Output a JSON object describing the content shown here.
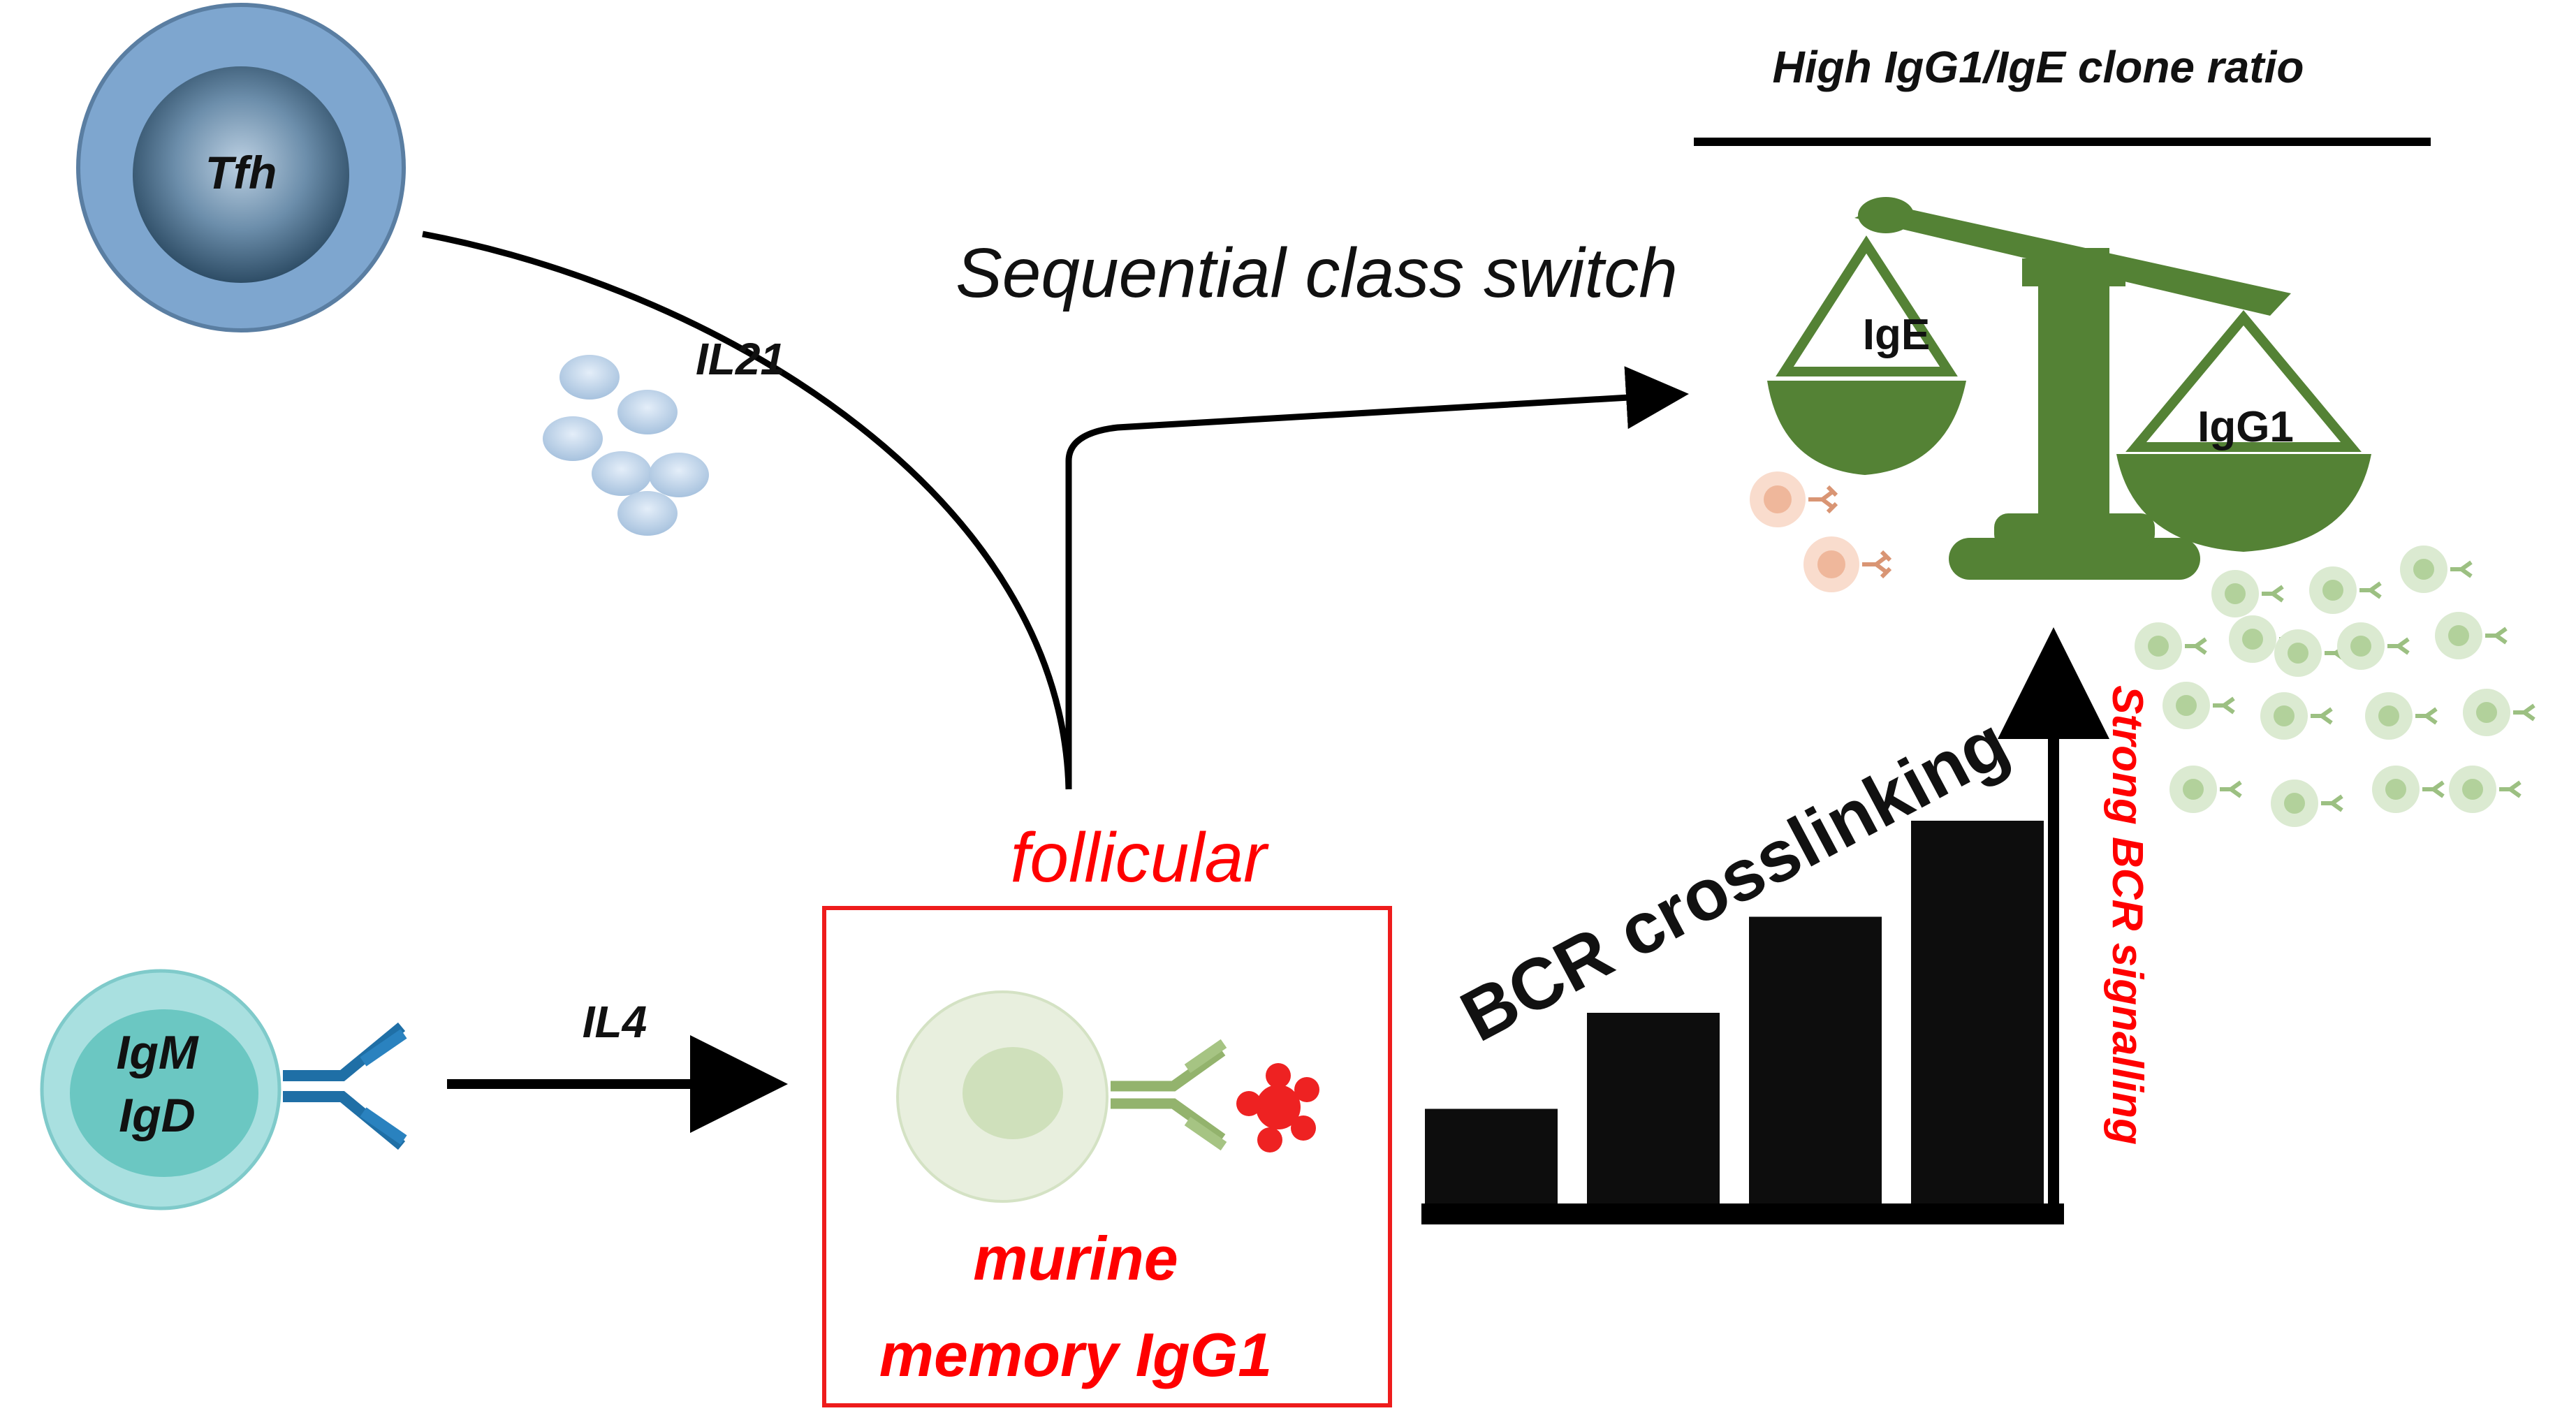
{
  "cells": {
    "tfh": {
      "label": "Tfh"
    },
    "naive_b": {
      "label_line1": "IgM",
      "label_line2": "IgD"
    }
  },
  "labels": {
    "il21": "IL21",
    "il4": "IL4",
    "sequential_class_switch": "Sequential class switch",
    "follicular": "follicular",
    "memory_line1": "murine",
    "memory_line2": "memory IgG1",
    "bcr_crosslinking": "BCR crosslinking",
    "strong_bcr_signalling": "Strong BCR signalling",
    "clone_ratio_title": "High IgG1/IgE clone ratio"
  },
  "balance": {
    "left_pan_label": "IgE",
    "right_pan_label": "IgG1",
    "tipped_toward": "IgG1"
  },
  "bcr_signal_bars": {
    "type": "bar",
    "categories": [
      "",
      "",
      "",
      ""
    ],
    "values": [
      1,
      2,
      3,
      4
    ],
    "note_increasing": true
  },
  "colors": {
    "tfh_outer": "#7ea6cf",
    "tfh_inner": "#3e6583",
    "naive_b": "#9fdcdc",
    "bcr_blue": "#1f6fa6",
    "memory_cell": "#e2ecd6",
    "memory_antibody": "#93b36d",
    "antigen": "#ee2222",
    "highlight_red": "#ff0000",
    "balance_green": "#548235",
    "ige_clone": "#f4c9b3",
    "igg1_clone": "#d2e4c5",
    "bars": "#0d0d0d"
  }
}
